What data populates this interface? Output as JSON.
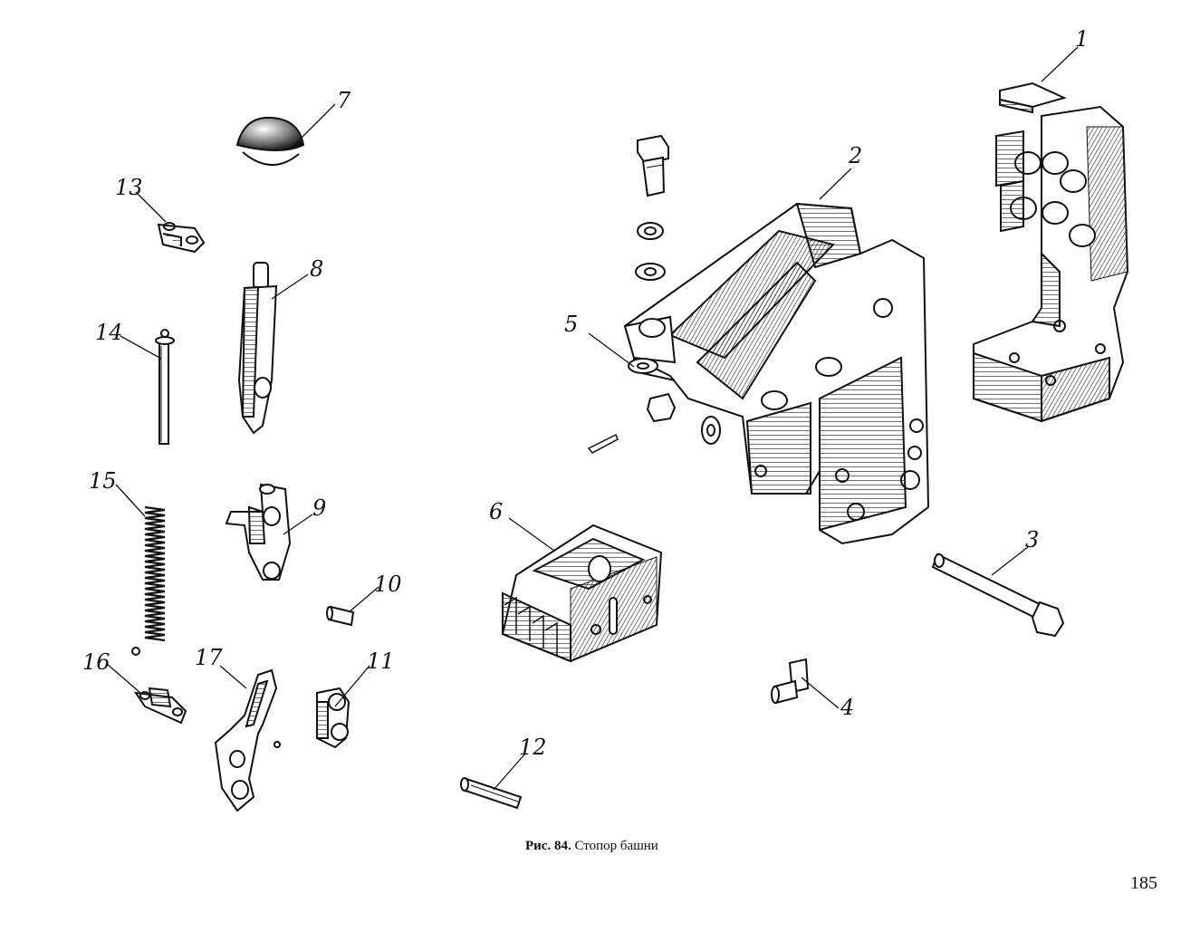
{
  "labels": {
    "p1": "1",
    "p2": "2",
    "p3": "3",
    "p4": "4",
    "p5": "5",
    "p6": "6",
    "p7": "7",
    "p8": "8",
    "p9": "9",
    "p10": "10",
    "p11": "11",
    "p12": "12",
    "p13": "13",
    "p14": "14",
    "p15": "15",
    "p16": "16",
    "p17": "17"
  },
  "caption": {
    "prefix": "Рис. 84.",
    "text": "Стопор башни"
  },
  "page_number": "185"
}
